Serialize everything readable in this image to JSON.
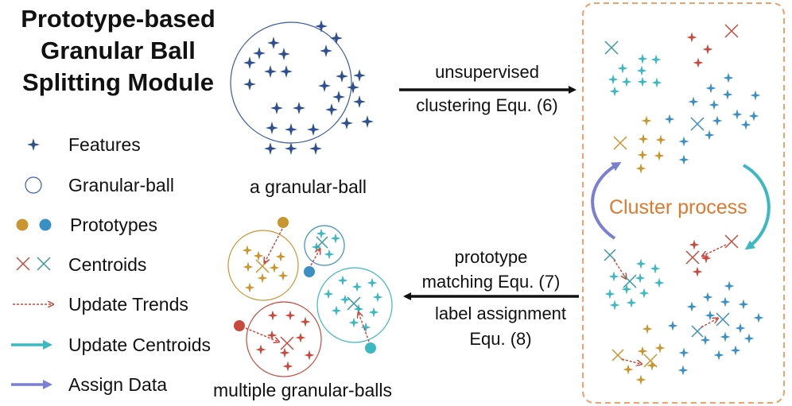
{
  "title": {
    "line1": "Prototype-based",
    "line2": "Granular Ball",
    "line3": "Splitting Module"
  },
  "legend": {
    "features": "Features",
    "granular_ball": "Granular-ball",
    "prototypes": "Prototypes",
    "centroids": "Centroids",
    "update_trends": "Update Trends",
    "update_centroids": "Update Centroids",
    "assign_data": "Assign Data"
  },
  "captions": {
    "single_ball": "a granular-ball",
    "multi_balls": "multiple granular-balls",
    "cluster_process": "Cluster process"
  },
  "arrows": {
    "top_line1": "unsupervised",
    "top_line2": "clustering Equ. (6)",
    "bottom_line1": "prototype",
    "bottom_line2": "matching Equ. (7)",
    "bottom_line3": "label assignment",
    "bottom_line4": "Equ. (8)"
  },
  "colors": {
    "navy": "#2d4f8e",
    "teal": "#3bb8c0",
    "gold": "#c9952f",
    "red": "#c94a3c",
    "blue_dot": "#3a8fc4",
    "orange_box": "#f0a068",
    "purple": "#7a7fd0",
    "cluster_text": "#e0782e"
  },
  "icons": {
    "feature": "four-point-star-icon",
    "granular_ball": "circle-outline-icon",
    "prototype": "dot-icon",
    "centroid": "x-mark-icon",
    "update_trend": "dotted-arrow-icon",
    "update_centroid": "teal-arrow-icon",
    "assign_data": "purple-arrow-icon"
  }
}
